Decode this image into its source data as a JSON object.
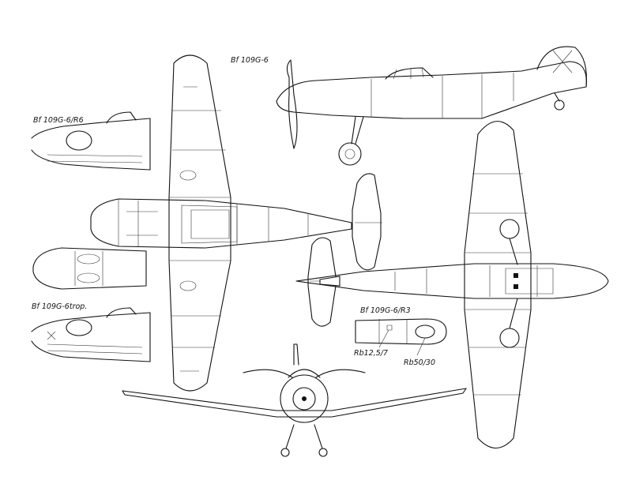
{
  "labels": {
    "main_side": "Bf 109G-6",
    "r6": "Bf 109G-6/R6",
    "trop": "Bf 109G-6trop.",
    "r3": "Bf 109G-6/R3",
    "rb12": "Rb12,5/7",
    "rb50": "Rb50/30"
  },
  "colors": {
    "line": "#111111",
    "paper": "#ffffff"
  }
}
